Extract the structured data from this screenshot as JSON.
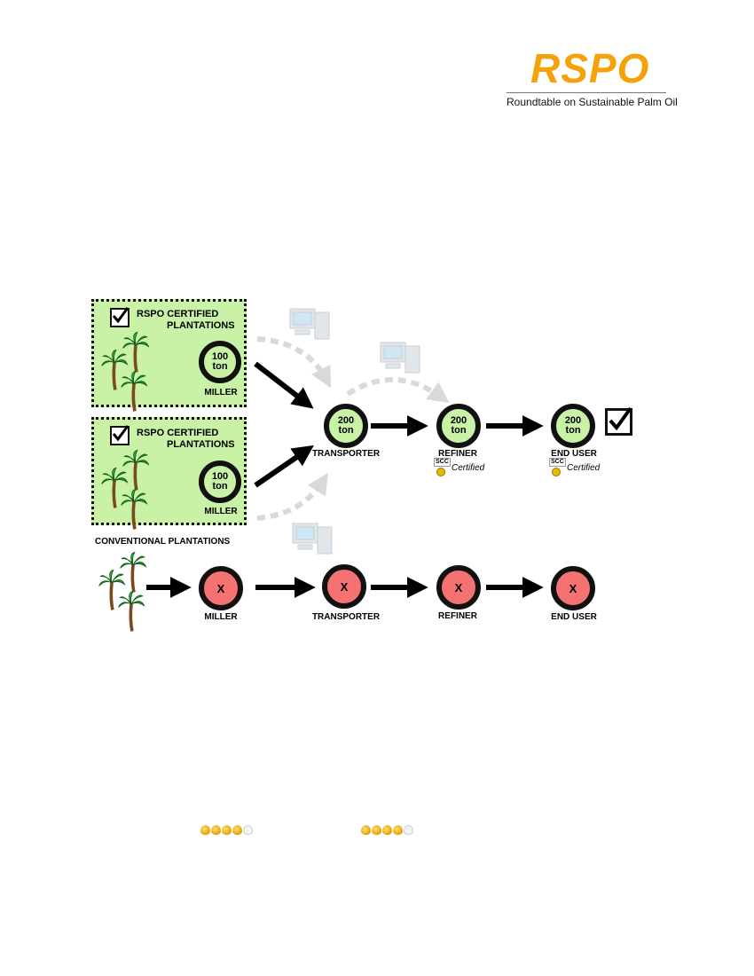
{
  "logo": {
    "word": "RSPO",
    "subtitle": "Roundtable on Sustainable Palm Oil"
  },
  "certified_plantations": [
    {
      "title_line1": "RSPO CERTIFIED",
      "title_line2": "PLANTATIONS",
      "node_value": "100",
      "node_unit": "ton",
      "node_label": "MILLER"
    },
    {
      "title_line1": "RSPO CERTIFIED",
      "title_line2": "PLANTATIONS",
      "node_value": "100",
      "node_unit": "ton",
      "node_label": "MILLER"
    }
  ],
  "certified_chain": [
    {
      "value": "200",
      "unit": "ton",
      "label": "TRANSPORTER"
    },
    {
      "value": "200",
      "unit": "ton",
      "label": "REFINER",
      "badge": "Certified",
      "badge_scc": "SCC"
    },
    {
      "value": "200",
      "unit": "ton",
      "label": "END USER",
      "badge": "Certified",
      "badge_scc": "SCC"
    }
  ],
  "conventional": {
    "title": "CONVENTIONAL PLANTATIONS",
    "nodes": [
      {
        "mark": "X",
        "label": "MILLER"
      },
      {
        "mark": "X",
        "label": "TRANSPORTER"
      },
      {
        "mark": "X",
        "label": "REFINER"
      },
      {
        "mark": "X",
        "label": "END USER"
      }
    ]
  },
  "ratings": [
    {
      "filled": 4,
      "total": 5
    },
    {
      "filled": 4,
      "total": 5
    }
  ],
  "colors": {
    "logo_orange": "#f5a10a",
    "certified_green": "#c9f2a6",
    "conventional_red": "#f47272",
    "ghost_gray": "#d9d9d9"
  }
}
